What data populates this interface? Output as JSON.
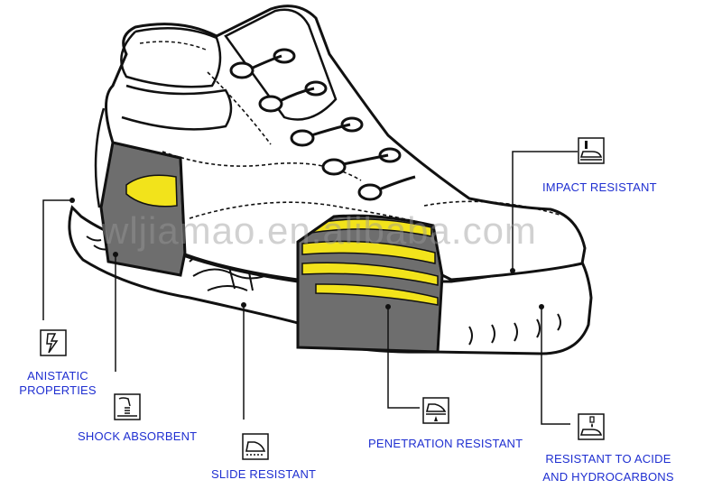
{
  "colors": {
    "label_text": "#1f2fd1",
    "shaded_layer": "#6e6e6e",
    "highlight": "#f2e31b",
    "outline": "#111111"
  },
  "watermark": "wljiamao.en.alibaba.com",
  "features": {
    "impact": {
      "label": "IMPACT RESISTANT",
      "icon": "impact-resistant-icon"
    },
    "anistatic": {
      "line1": "ANISTATIC",
      "line2": "PROPERTIES",
      "icon": "lightning-icon"
    },
    "shock": {
      "label": "SHOCK ABSORBENT",
      "icon": "shock-absorbent-icon"
    },
    "slide": {
      "label": "SLIDE RESISTANT",
      "icon": "slide-resistant-icon"
    },
    "penetration": {
      "label": "PENETRATION RESISTANT",
      "icon": "penetration-resistant-icon"
    },
    "acid": {
      "line1": "RESISTANT TO ACIDE",
      "line2": "AND HYDROCARBONS",
      "icon": "acid-resistant-icon"
    }
  }
}
